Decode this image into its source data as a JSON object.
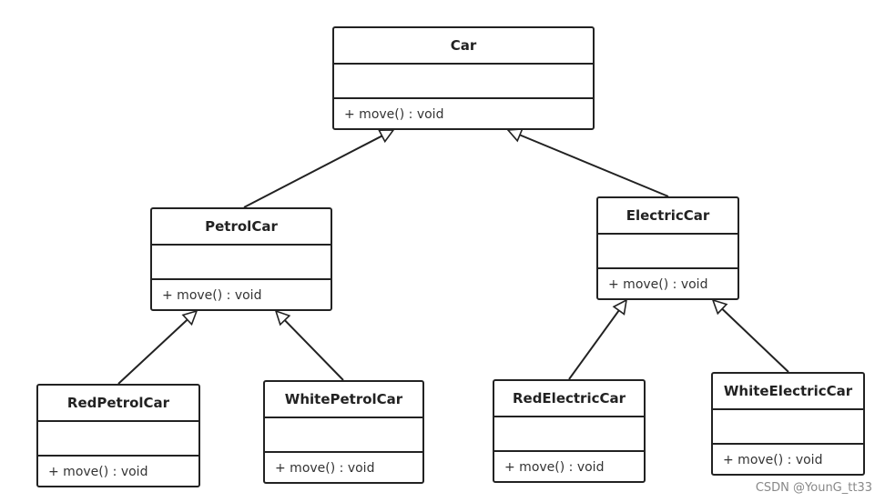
{
  "diagram": {
    "classes": [
      {
        "id": "car",
        "name": "Car",
        "operations": [
          "+ move() : void"
        ]
      },
      {
        "id": "petrol-car",
        "name": "PetrolCar",
        "operations": [
          "+ move() : void"
        ]
      },
      {
        "id": "electric-car",
        "name": "ElectricCar",
        "operations": [
          "+ move() : void"
        ]
      },
      {
        "id": "red-petrol-car",
        "name": "RedPetrolCar",
        "operations": [
          "+ move() : void"
        ]
      },
      {
        "id": "white-petrol-car",
        "name": "WhitePetrolCar",
        "operations": [
          "+ move() : void"
        ]
      },
      {
        "id": "red-electric-car",
        "name": "RedElectricCar",
        "operations": [
          "+ move() : void"
        ]
      },
      {
        "id": "white-electric-car",
        "name": "WhiteElectricCar",
        "operations": [
          "+ move() : void"
        ]
      }
    ],
    "relations": [
      {
        "type": "generalization",
        "from": "petrol-car",
        "to": "car"
      },
      {
        "type": "generalization",
        "from": "electric-car",
        "to": "car"
      },
      {
        "type": "generalization",
        "from": "red-petrol-car",
        "to": "petrol-car"
      },
      {
        "type": "generalization",
        "from": "white-petrol-car",
        "to": "petrol-car"
      },
      {
        "type": "generalization",
        "from": "red-electric-car",
        "to": "electric-car"
      },
      {
        "type": "generalization",
        "from": "white-electric-car",
        "to": "electric-car"
      }
    ]
  },
  "watermark": "CSDN @YounG_tt33"
}
